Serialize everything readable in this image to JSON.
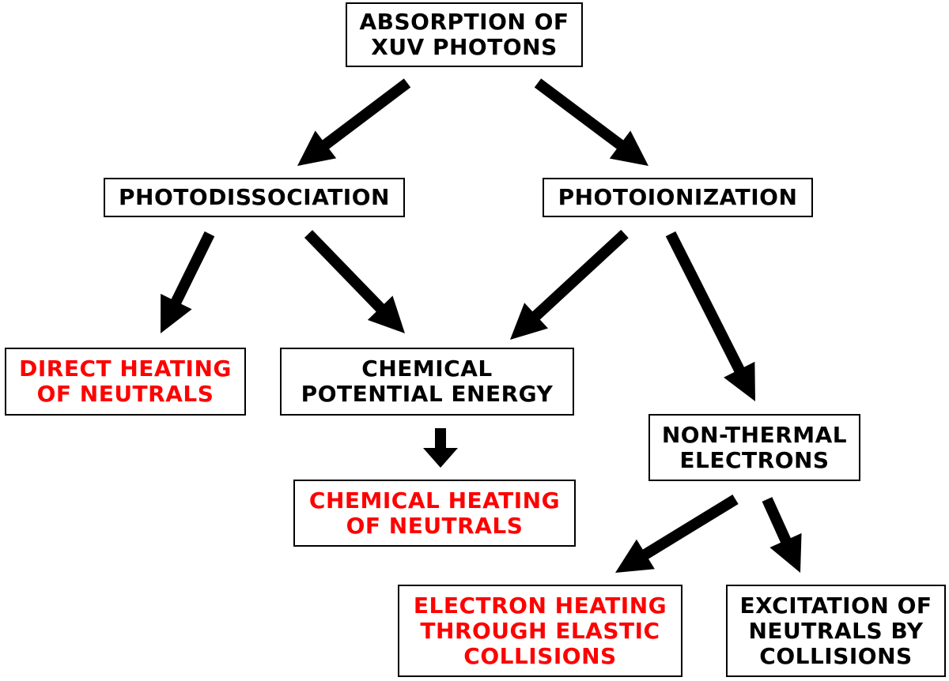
{
  "colors": {
    "black_text": "#000000",
    "red_text": "#ff0000",
    "arrow": "#000000",
    "box_border": "#000000"
  },
  "nodes": {
    "absorption": "ABSORPTION OF\nXUV PHOTONS",
    "photodissociation": "PHOTODISSOCIATION",
    "photoionization": "PHOTOIONIZATION",
    "direct_heating": "DIRECT HEATING\nOF NEUTRALS",
    "chemical_potential": "CHEMICAL\nPOTENTIAL ENERGY",
    "chemical_heating": "CHEMICAL HEATING\nOF NEUTRALS",
    "non_thermal": "NON-THERMAL\nELECTRONS",
    "electron_heating": "ELECTRON HEATING\nTHROUGH ELASTIC\nCOLLISIONS",
    "excitation": "EXCITATION OF\nNEUTRALS BY\nCOLLISIONS"
  },
  "edges": [
    {
      "from": "absorption",
      "to": "photodissociation"
    },
    {
      "from": "absorption",
      "to": "photoionization"
    },
    {
      "from": "photodissociation",
      "to": "direct_heating"
    },
    {
      "from": "photodissociation",
      "to": "chemical_potential"
    },
    {
      "from": "photoionization",
      "to": "chemical_potential"
    },
    {
      "from": "photoionization",
      "to": "non_thermal"
    },
    {
      "from": "chemical_potential",
      "to": "chemical_heating"
    },
    {
      "from": "non_thermal",
      "to": "electron_heating"
    },
    {
      "from": "non_thermal",
      "to": "excitation"
    }
  ]
}
